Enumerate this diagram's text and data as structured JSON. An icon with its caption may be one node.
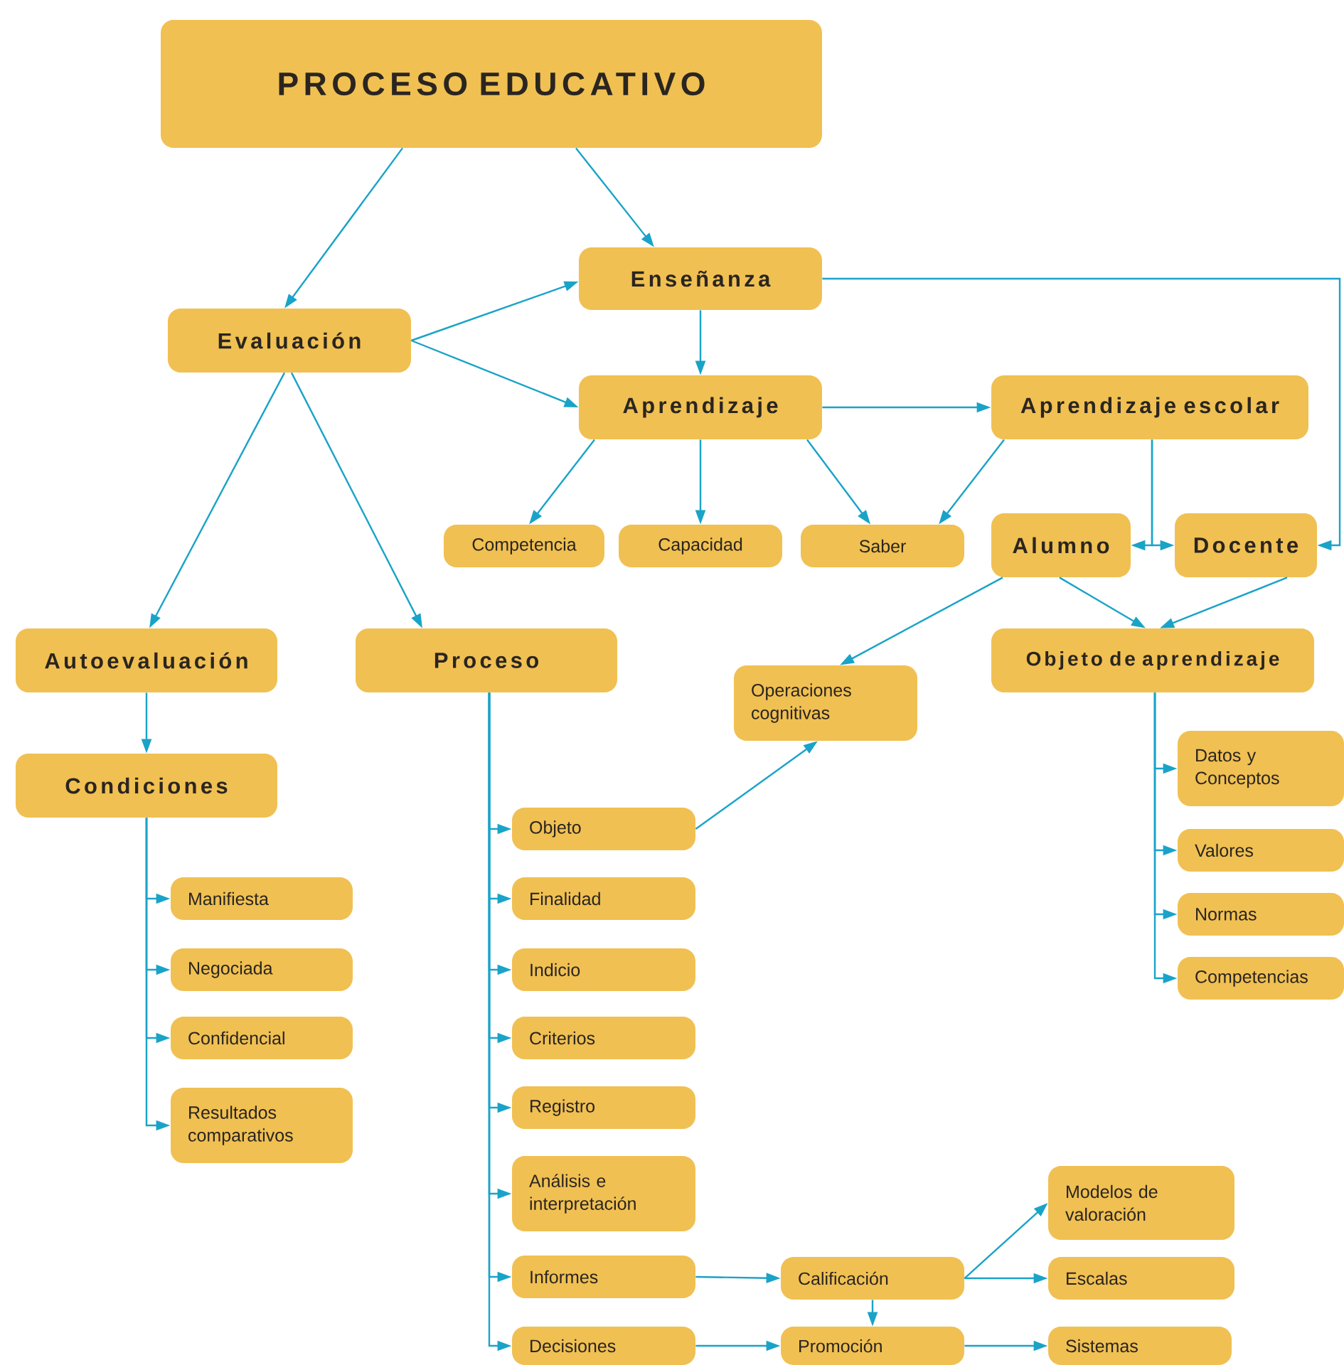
{
  "diagram": {
    "nodes": [
      {
        "text": [
          "PROCESO EDUCATIVO"
        ]
      },
      {
        "text": [
          "Enseñanza"
        ]
      },
      {
        "text": [
          "Evaluación"
        ]
      },
      {
        "text": [
          "Aprendizaje"
        ]
      },
      {
        "text": [
          "Aprendizaje escolar"
        ]
      },
      {
        "text": [
          "Competencia"
        ]
      },
      {
        "text": [
          "Capacidad"
        ]
      },
      {
        "text": [
          "Saber"
        ]
      },
      {
        "text": [
          "Alumno"
        ]
      },
      {
        "text": [
          "Docente"
        ]
      },
      {
        "text": [
          "Autoevaluación"
        ]
      },
      {
        "text": [
          "Proceso"
        ]
      },
      {
        "text": [
          "Operaciones cognitivas"
        ]
      },
      {
        "text": [
          "Objeto de aprendizaje"
        ]
      },
      {
        "text": [
          "Condiciones"
        ]
      },
      {
        "text": [
          "Datos y Conceptos"
        ]
      },
      {
        "text": [
          "Objeto"
        ]
      },
      {
        "text": [
          "Valores"
        ]
      },
      {
        "text": [
          "Manifiesta"
        ]
      },
      {
        "text": [
          "Finalidad"
        ]
      },
      {
        "text": [
          "Normas"
        ]
      },
      {
        "text": [
          "Negociada"
        ]
      },
      {
        "text": [
          "Indicio"
        ]
      },
      {
        "text": [
          "Competencias"
        ]
      },
      {
        "text": [
          "Confidencial"
        ]
      },
      {
        "text": [
          "Criterios"
        ]
      },
      {
        "text": [
          "Registro"
        ]
      },
      {
        "text": [
          "Resultados comparativos"
        ]
      },
      {
        "text": [
          "Análisis e interpretación"
        ]
      },
      {
        "text": [
          "Modelos de valoración"
        ]
      },
      {
        "text": [
          "Informes"
        ]
      },
      {
        "text": [
          "Calificación"
        ]
      },
      {
        "text": [
          "Escalas"
        ]
      },
      {
        "text": [
          "Decisiones"
        ]
      },
      {
        "text": [
          "Promoción"
        ]
      },
      {
        "text": [
          "Sistemas"
        ]
      }
    ],
    "edges": [
      {
        "from": 0,
        "to": 2,
        "arrow": "to"
      },
      {
        "from": 0,
        "to": 1,
        "arrow": "to"
      },
      {
        "from": 2,
        "to": 1,
        "arrow": "to"
      },
      {
        "from": 2,
        "to": 3,
        "arrow": "to"
      },
      {
        "from": 1,
        "to": 3,
        "arrow": "to"
      },
      {
        "from": 1,
        "to": 9,
        "arrow": "to"
      },
      {
        "from": 3,
        "to": 5,
        "arrow": "to"
      },
      {
        "from": 3,
        "to": 6,
        "arrow": "to"
      },
      {
        "from": 3,
        "to": 7,
        "arrow": "to"
      },
      {
        "from": 3,
        "to": 4,
        "arrow": "to"
      },
      {
        "from": 4,
        "to": 7,
        "arrow": "to"
      },
      {
        "from": 4,
        "to": 8,
        "arrow": "to"
      },
      {
        "from": 4,
        "to": 9,
        "arrow": "to"
      },
      {
        "from": 8,
        "to": 12,
        "arrow": "to"
      },
      {
        "from": 8,
        "to": 13,
        "arrow": "to"
      },
      {
        "from": 9,
        "to": 13,
        "arrow": "to"
      },
      {
        "from": 2,
        "to": 10,
        "arrow": "to"
      },
      {
        "from": 2,
        "to": 11,
        "arrow": "to"
      },
      {
        "from": 10,
        "to": 14,
        "arrow": "to"
      },
      {
        "from": 14,
        "to": 18,
        "arrow": "to"
      },
      {
        "from": 14,
        "to": 21,
        "arrow": "to"
      },
      {
        "from": 14,
        "to": 24,
        "arrow": "to"
      },
      {
        "from": 14,
        "to": 27,
        "arrow": "to"
      },
      {
        "from": 11,
        "to": 16,
        "arrow": "to"
      },
      {
        "from": 11,
        "to": 19,
        "arrow": "to"
      },
      {
        "from": 11,
        "to": 22,
        "arrow": "to"
      },
      {
        "from": 11,
        "to": 25,
        "arrow": "to"
      },
      {
        "from": 11,
        "to": 26,
        "arrow": "to"
      },
      {
        "from": 11,
        "to": 28,
        "arrow": "to"
      },
      {
        "from": 11,
        "to": 30,
        "arrow": "to"
      },
      {
        "from": 11,
        "to": 33,
        "arrow": "to"
      },
      {
        "from": 16,
        "to": 12,
        "arrow": "to"
      },
      {
        "from": 13,
        "to": 15,
        "arrow": "to"
      },
      {
        "from": 13,
        "to": 17,
        "arrow": "to"
      },
      {
        "from": 13,
        "to": 20,
        "arrow": "to"
      },
      {
        "from": 13,
        "to": 23,
        "arrow": "to"
      },
      {
        "from": 30,
        "to": 31,
        "arrow": "to"
      },
      {
        "from": 33,
        "to": 34,
        "arrow": "to"
      },
      {
        "from": 31,
        "to": 34,
        "arrow": "to"
      },
      {
        "from": 31,
        "to": 29,
        "arrow": "to"
      },
      {
        "from": 31,
        "to": 32,
        "arrow": "to"
      },
      {
        "from": 34,
        "to": 35,
        "arrow": "to"
      }
    ]
  }
}
